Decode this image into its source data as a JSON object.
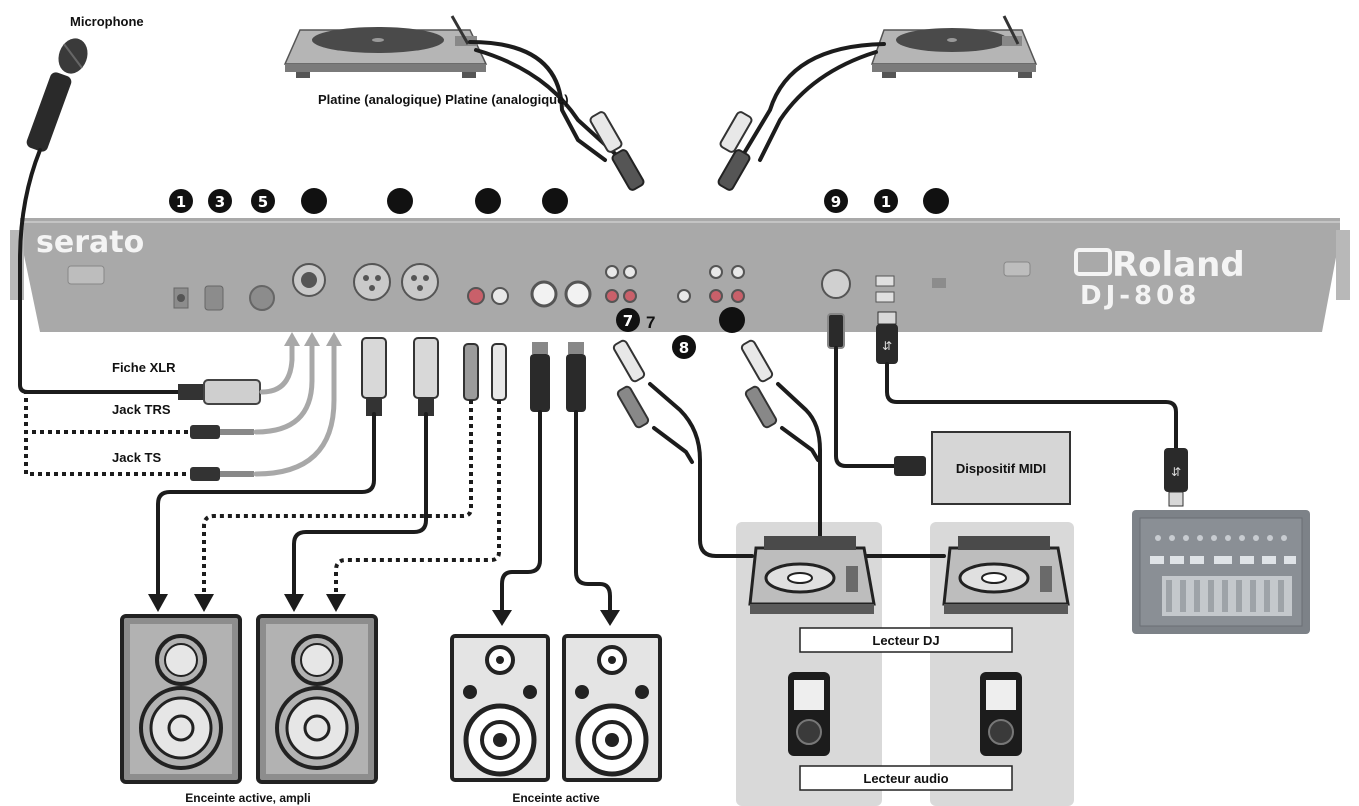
{
  "labels": {
    "microphone": "Microphone",
    "turntables": "Platine (analogique) Platine (analogique)",
    "xlr_plug": "Fiche XLR",
    "trs_jack": "Jack TRS",
    "ts_jack": "Jack TS",
    "midi_device": "Dispositif MIDI",
    "dj_player": "Lecteur DJ",
    "audio_player": "Lecteur audio",
    "active_speaker_amp": "Enceinte active, ampli",
    "active_speaker": "Enceinte active"
  },
  "panel": {
    "serato_logo": "serato",
    "roland_logo": "Roland",
    "model": "DJ-808"
  },
  "badges": [
    "1",
    "3",
    "5",
    "7",
    "7",
    "8",
    "9",
    "1"
  ],
  "colors": {
    "panel": "#a9a9a9",
    "cable": "#1c1c1c",
    "gray_cable": "#a8a8a8",
    "badge": "#111111",
    "speaker_box": "#9a9a9a"
  }
}
